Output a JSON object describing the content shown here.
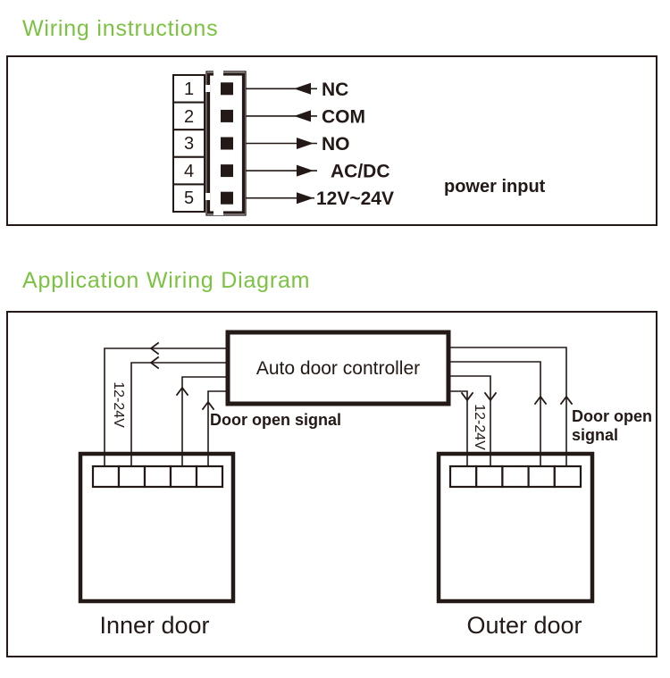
{
  "colors": {
    "accent_green": "#7cc242",
    "ink": "#231916",
    "background": "#ffffff"
  },
  "headings": {
    "wiring": "Wiring instructions",
    "application": "Application Wiring Diagram"
  },
  "terminal_block": {
    "rows": [
      {
        "pin": "1",
        "label": "NC",
        "direction": "left"
      },
      {
        "pin": "2",
        "label": "COM",
        "direction": "left"
      },
      {
        "pin": "3",
        "label": "NO",
        "direction": "right"
      },
      {
        "pin": "4",
        "label": "AC/DC",
        "direction": "right"
      },
      {
        "pin": "5",
        "label": "12V~24V",
        "direction": "right"
      }
    ],
    "annotation": "power input"
  },
  "application": {
    "controller_label": "Auto door controller",
    "inner": {
      "door_label": "Inner door",
      "power_label": "12-24V",
      "signal_label": "Door open signal"
    },
    "outer": {
      "door_label": "Outer door",
      "power_label": "12-24V",
      "signal_label_line1": "Door open",
      "signal_label_line2": "signal"
    }
  }
}
